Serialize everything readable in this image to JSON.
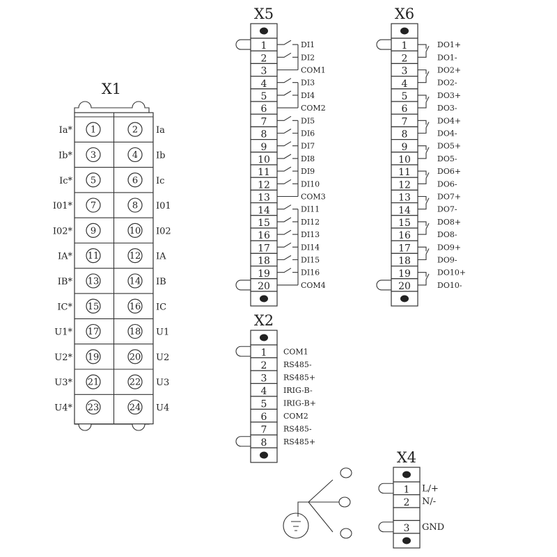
{
  "x1": {
    "title": "X1",
    "rows": [
      {
        "left_label": "Ia*",
        "left_pin": "1",
        "right_pin": "2",
        "right_label": "Ia"
      },
      {
        "left_label": "Ib*",
        "left_pin": "3",
        "right_pin": "4",
        "right_label": "Ib"
      },
      {
        "left_label": "Ic*",
        "left_pin": "5",
        "right_pin": "6",
        "right_label": "Ic"
      },
      {
        "left_label": "I01*",
        "left_pin": "7",
        "right_pin": "8",
        "right_label": "I01"
      },
      {
        "left_label": "I02*",
        "left_pin": "9",
        "right_pin": "10",
        "right_label": "I02"
      },
      {
        "left_label": "IA*",
        "left_pin": "11",
        "right_pin": "12",
        "right_label": "IA"
      },
      {
        "left_label": "IB*",
        "left_pin": "13",
        "right_pin": "14",
        "right_label": "IB"
      },
      {
        "left_label": "IC*",
        "left_pin": "15",
        "right_pin": "16",
        "right_label": "IC"
      },
      {
        "left_label": "U1*",
        "left_pin": "17",
        "right_pin": "18",
        "right_label": "U1"
      },
      {
        "left_label": "U2*",
        "left_pin": "19",
        "right_pin": "20",
        "right_label": "U2"
      },
      {
        "left_label": "U3*",
        "left_pin": "21",
        "right_pin": "22",
        "right_label": "U3"
      },
      {
        "left_label": "U4*",
        "left_pin": "23",
        "right_pin": "24",
        "right_label": "U4"
      }
    ]
  },
  "x5": {
    "title": "X5",
    "pins": [
      {
        "pin": "1",
        "label": "DI1"
      },
      {
        "pin": "2",
        "label": "DI2"
      },
      {
        "pin": "3",
        "label": "COM1"
      },
      {
        "pin": "4",
        "label": "DI3"
      },
      {
        "pin": "5",
        "label": "DI4"
      },
      {
        "pin": "6",
        "label": "COM2"
      },
      {
        "pin": "7",
        "label": "DI5"
      },
      {
        "pin": "8",
        "label": "DI6"
      },
      {
        "pin": "9",
        "label": "DI7"
      },
      {
        "pin": "10",
        "label": "DI8"
      },
      {
        "pin": "11",
        "label": "DI9"
      },
      {
        "pin": "12",
        "label": "DI10"
      },
      {
        "pin": "13",
        "label": "COM3"
      },
      {
        "pin": "14",
        "label": "DI11"
      },
      {
        "pin": "15",
        "label": "DI12"
      },
      {
        "pin": "16",
        "label": "DI13"
      },
      {
        "pin": "17",
        "label": "DI14"
      },
      {
        "pin": "18",
        "label": "DI15"
      },
      {
        "pin": "19",
        "label": "DI16"
      },
      {
        "pin": "20",
        "label": "COM4"
      }
    ]
  },
  "x6": {
    "title": "X6",
    "pins": [
      {
        "pin": "1",
        "label": "DO1+"
      },
      {
        "pin": "2",
        "label": "DO1-"
      },
      {
        "pin": "3",
        "label": "DO2+"
      },
      {
        "pin": "4",
        "label": "DO2-"
      },
      {
        "pin": "5",
        "label": "DO3+"
      },
      {
        "pin": "6",
        "label": "DO3-"
      },
      {
        "pin": "7",
        "label": "DO4+"
      },
      {
        "pin": "8",
        "label": "DO4-"
      },
      {
        "pin": "9",
        "label": "DO5+"
      },
      {
        "pin": "10",
        "label": "DO5-"
      },
      {
        "pin": "11",
        "label": "DO6+"
      },
      {
        "pin": "12",
        "label": "DO6-"
      },
      {
        "pin": "13",
        "label": "DO7+"
      },
      {
        "pin": "14",
        "label": "DO7-"
      },
      {
        "pin": "15",
        "label": "DO8+"
      },
      {
        "pin": "16",
        "label": "DO8-"
      },
      {
        "pin": "17",
        "label": "DO9+"
      },
      {
        "pin": "18",
        "label": "DO9-"
      },
      {
        "pin": "19",
        "label": "DO10+"
      },
      {
        "pin": "20",
        "label": "DO10-"
      }
    ]
  },
  "x2": {
    "title": "X2",
    "pins": [
      {
        "pin": "1",
        "label": "COM1"
      },
      {
        "pin": "2",
        "label": "RS485-"
      },
      {
        "pin": "3",
        "label": "RS485+"
      },
      {
        "pin": "4",
        "label": "IRIG-B-"
      },
      {
        "pin": "5",
        "label": "IRIG-B+"
      },
      {
        "pin": "6",
        "label": "COM2"
      },
      {
        "pin": "7",
        "label": "RS485-"
      },
      {
        "pin": "8",
        "label": "RS485+"
      }
    ]
  },
  "x4": {
    "title": "X4",
    "pins": [
      {
        "pin": "1",
        "label": "L/+"
      },
      {
        "pin": "2",
        "label": "N/-"
      },
      {
        "pin": "",
        "label": ""
      },
      {
        "pin": "3",
        "label": "GND"
      }
    ]
  },
  "ground_symbol": "ground-icon"
}
